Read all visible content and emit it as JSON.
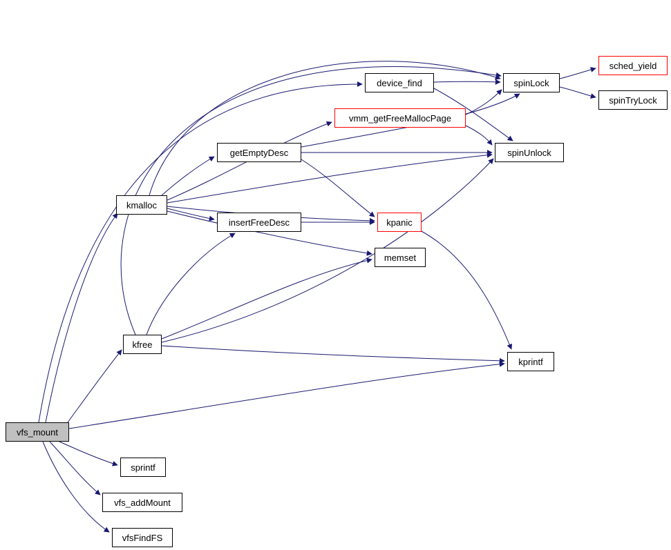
{
  "diagram": {
    "type": "call-graph",
    "root": "vfs_mount",
    "edge_color": "#191970",
    "node_fill": "#ffffff",
    "root_fill": "#c0c0c0",
    "nodes": [
      {
        "id": "vfs_mount",
        "label": "vfs_mount",
        "border": "black",
        "fill": "gray"
      },
      {
        "id": "device_find",
        "label": "device_find",
        "border": "black",
        "fill": "white"
      },
      {
        "id": "spinLock",
        "label": "spinLock",
        "border": "black",
        "fill": "white"
      },
      {
        "id": "sched_yield",
        "label": "sched_yield",
        "border": "red",
        "fill": "white"
      },
      {
        "id": "spinTryLock",
        "label": "spinTryLock",
        "border": "black",
        "fill": "white"
      },
      {
        "id": "vmm_getFreeMallocPage",
        "label": "vmm_getFreeMallocPage",
        "border": "red",
        "fill": "white"
      },
      {
        "id": "spinUnlock",
        "label": "spinUnlock",
        "border": "black",
        "fill": "white"
      },
      {
        "id": "getEmptyDesc",
        "label": "getEmptyDesc",
        "border": "black",
        "fill": "white"
      },
      {
        "id": "kmalloc",
        "label": "kmalloc",
        "border": "black",
        "fill": "white"
      },
      {
        "id": "insertFreeDesc",
        "label": "insertFreeDesc",
        "border": "black",
        "fill": "white"
      },
      {
        "id": "kpanic",
        "label": "kpanic",
        "border": "red",
        "fill": "white"
      },
      {
        "id": "memset",
        "label": "memset",
        "border": "black",
        "fill": "white"
      },
      {
        "id": "kfree",
        "label": "kfree",
        "border": "black",
        "fill": "white"
      },
      {
        "id": "kprintf",
        "label": "kprintf",
        "border": "black",
        "fill": "white"
      },
      {
        "id": "sprintf",
        "label": "sprintf",
        "border": "black",
        "fill": "white"
      },
      {
        "id": "vfs_addMount",
        "label": "vfs_addMount",
        "border": "black",
        "fill": "white"
      },
      {
        "id": "vfsFindFS",
        "label": "vfsFindFS",
        "border": "black",
        "fill": "white"
      }
    ],
    "edges": [
      {
        "from": "vfs_mount",
        "to": "device_find"
      },
      {
        "from": "vfs_mount",
        "to": "kmalloc"
      },
      {
        "from": "vfs_mount",
        "to": "kfree"
      },
      {
        "from": "vfs_mount",
        "to": "kprintf"
      },
      {
        "from": "vfs_mount",
        "to": "sprintf"
      },
      {
        "from": "vfs_mount",
        "to": "vfs_addMount"
      },
      {
        "from": "vfs_mount",
        "to": "vfsFindFS"
      },
      {
        "from": "device_find",
        "to": "spinLock"
      },
      {
        "from": "device_find",
        "to": "spinUnlock"
      },
      {
        "from": "spinLock",
        "to": "sched_yield"
      },
      {
        "from": "spinLock",
        "to": "spinTryLock"
      },
      {
        "from": "vmm_getFreeMallocPage",
        "to": "spinLock"
      },
      {
        "from": "vmm_getFreeMallocPage",
        "to": "spinUnlock"
      },
      {
        "from": "getEmptyDesc",
        "to": "spinLock"
      },
      {
        "from": "getEmptyDesc",
        "to": "spinUnlock"
      },
      {
        "from": "getEmptyDesc",
        "to": "kpanic"
      },
      {
        "from": "kmalloc",
        "to": "getEmptyDesc"
      },
      {
        "from": "kmalloc",
        "to": "insertFreeDesc"
      },
      {
        "from": "kmalloc",
        "to": "kpanic"
      },
      {
        "from": "kmalloc",
        "to": "memset"
      },
      {
        "from": "kmalloc",
        "to": "spinLock"
      },
      {
        "from": "kmalloc",
        "to": "spinUnlock"
      },
      {
        "from": "kmalloc",
        "to": "vmm_getFreeMallocPage"
      },
      {
        "from": "insertFreeDesc",
        "to": "kpanic"
      },
      {
        "from": "kpanic",
        "to": "kprintf"
      },
      {
        "from": "kfree",
        "to": "insertFreeDesc"
      },
      {
        "from": "kfree",
        "to": "kprintf"
      },
      {
        "from": "kfree",
        "to": "memset"
      },
      {
        "from": "kfree",
        "to": "spinLock"
      },
      {
        "from": "kfree",
        "to": "spinUnlock"
      }
    ]
  }
}
